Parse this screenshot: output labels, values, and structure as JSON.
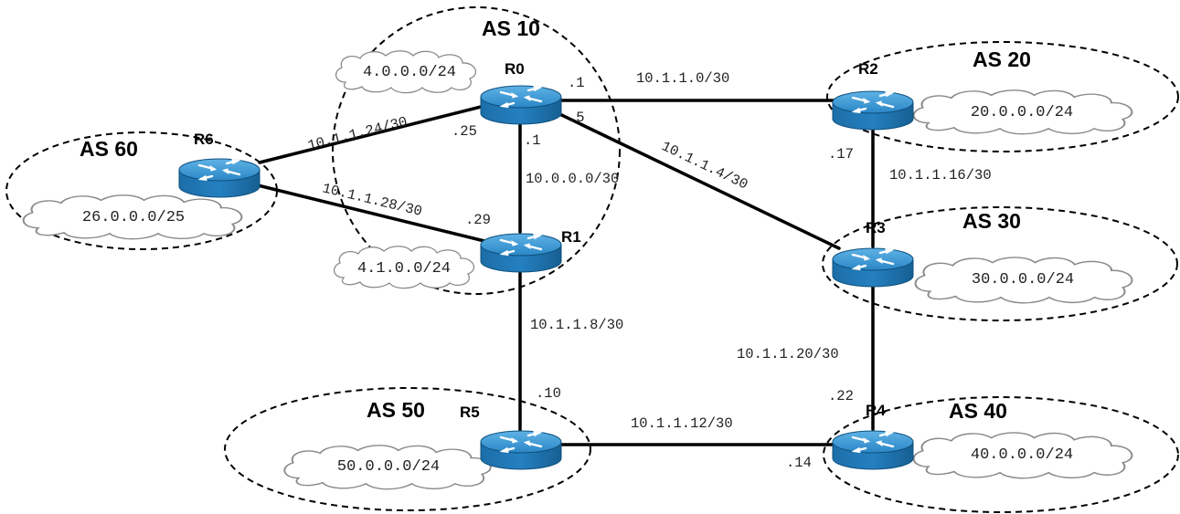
{
  "autonomous_systems": {
    "as10": "AS 10",
    "as20": "AS 20",
    "as30": "AS 30",
    "as40": "AS 40",
    "as50": "AS 50",
    "as60": "AS 60"
  },
  "routers": {
    "r0": "R0",
    "r1": "R1",
    "r2": "R2",
    "r3": "R3",
    "r4": "R4",
    "r5": "R5",
    "r6": "R6"
  },
  "prefixes": {
    "as10_a": "4.0.0.0/24",
    "as10_b": "4.1.0.0/24",
    "as20": "20.0.0.0/24",
    "as30": "30.0.0.0/24",
    "as40": "40.0.0.0/24",
    "as50": "50.0.0.0/24",
    "as60": "26.0.0.0/25"
  },
  "links": {
    "r0_r2": "10.1.1.0/30",
    "r0_r3": "10.1.1.4/30",
    "r0_r1": "10.0.0.0/30",
    "r0_r6": "10.1.1.24/30",
    "r6_r1": "10.1.1.28/30",
    "r1_r5": "10.1.1.8/30",
    "r5_r4": "10.1.1.12/30",
    "r2_r3": "10.1.1.16/30",
    "r3_r4": "10.1.1.20/30"
  },
  "interfaces": {
    "r0_to_r2": ".1",
    "r0_to_r3": ".5",
    "r0_to_r6": ".25",
    "r0_to_r1": ".1",
    "r1_to_r6": ".29",
    "r5_to_r1": ".10",
    "r4_to_r5": ".14",
    "r4_to_r3": ".22",
    "r2_to_r3": ".17"
  }
}
